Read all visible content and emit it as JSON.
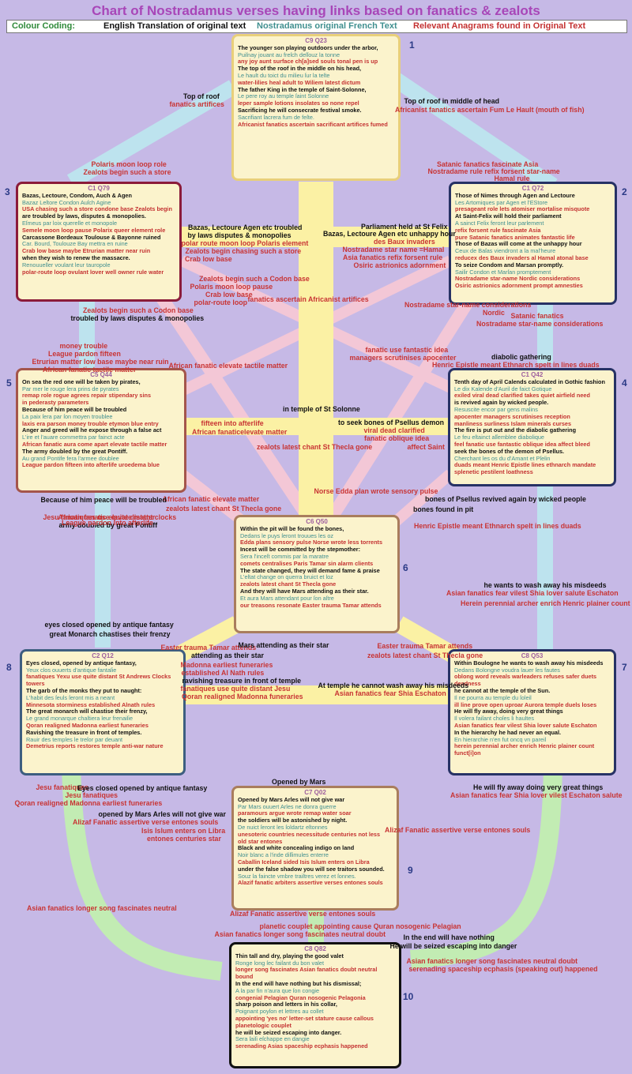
{
  "title": "Chart of Nostradamus verses having links based on fanatics & zealots",
  "legend": {
    "colour_coding": "Colour Coding:",
    "english": "English Translation of original text",
    "french": "Nostradamus original French Text",
    "anagrams": "Relevant Anagrams found in Original Text"
  },
  "colors": {
    "background": "#c6b9e6",
    "box_fill": "#fbf3cc",
    "english_text": "#111111",
    "french_text": "#3f8f8f",
    "anagram_text": "#c43232",
    "title": "#a846b8"
  },
  "numbers": [
    "1",
    "2",
    "3",
    "4",
    "5",
    "6",
    "7",
    "8",
    "9",
    "10"
  ],
  "boxes": [
    {
      "title": "C9 Q23",
      "lines": [
        [
          "e",
          "The younger son playing outdoors under the arbor,"
        ],
        [
          "f",
          "Puiſnay jouant au freſch deſſouz la tonne"
        ],
        [
          "a",
          "any joy aunt surface ch[a]sed souls tonal pen is up"
        ],
        [
          "e",
          "The top of the roof in the middle on his head,"
        ],
        [
          "f",
          "Le hault du toict du milieu ſur la teſte"
        ],
        [
          "a",
          "water-lilies heal adult to Wiliem latest dictum"
        ],
        [
          "e",
          "The father King in the temple of Saint-Solonne,"
        ],
        [
          "f",
          "Le pere roy au temple ſaint Solonne"
        ],
        [
          "a",
          "leper sample lotions insolates so none repel"
        ],
        [
          "e",
          "Sacrificing he will consecrate festival smoke."
        ],
        [
          "f",
          "Sacrifiant ſacrera fum de feſte."
        ],
        [
          "a",
          "Africanist fanatics ascertain sacrificant artifices fumed"
        ]
      ]
    },
    {
      "title": "C1 Q72",
      "lines": [
        [
          "e",
          "Those of Nimes through Agen and Lectoure"
        ],
        [
          "f",
          "Les Artomiques par Agen et l'EStore"
        ],
        [
          "a",
          "presageant  role lets  atomiser mortalise misquote"
        ],
        [
          "e",
          "At Saint-Felix will hold their parliament"
        ],
        [
          "f",
          "A sainct Felix feront leur parlement"
        ],
        [
          "a",
          "refix forsent rule fascinate Asia"
        ],
        [
          "a",
          "pure Satanic fanatics animates fantastic life"
        ],
        [
          "e",
          "Those of Bazas will come at the unhappy hour"
        ],
        [
          "f",
          "Ceux de Baſas viendront a la mal'heure"
        ],
        [
          "a",
          "reducex des Baux invaders al Hamal atonal base"
        ],
        [
          "e",
          "To seize Condom and Marsan promptly."
        ],
        [
          "f",
          "Saiſir Condon et Marſan promptement"
        ],
        [
          "a",
          "Nostradame star-name Nordic considerations"
        ],
        [
          "a",
          "Osiric astrionics adornment prompt amnesties"
        ]
      ]
    },
    {
      "title": "C1 Q79",
      "lines": [
        [
          "e",
          "Bazas, Lectoure, Condom, Auch & Agen"
        ],
        [
          "f",
          "Bazaz Leſtore Condon Auſch Agine"
        ],
        [
          "a",
          "USA chasing such a store condone base Zealots begin"
        ],
        [
          "e",
          "are troubled by laws, disputes & monopolies."
        ],
        [
          "f",
          "Eſmeus par loix querelle et monopole"
        ],
        [
          "a",
          "Semele moon loop pause Polarix queer element role"
        ],
        [
          "e",
          "Carcassone Bordeaux Toulouse & Bayonne ruined"
        ],
        [
          "f",
          "Car. Bourd, Toulouze Bay mettra en ruine"
        ],
        [
          "a",
          "Crab low base maybe Etrurian matter near ruin"
        ],
        [
          "e",
          "when they wish to renew the massacre."
        ],
        [
          "f",
          "Renouueller voulant leur tauropole"
        ],
        [
          "a",
          "polar-route loop ovulant lover well owner rule water"
        ]
      ]
    },
    {
      "title": "C5 Q44",
      "lines": [
        [
          "e",
          "On sea the red one will be taken by pirates,"
        ],
        [
          "f",
          "Par mer le rouge ſera prins de pyrates"
        ],
        [
          "a",
          "remap role rogue agrees repair stipendary sins"
        ],
        [
          "a",
          "in pederasty parameters"
        ],
        [
          "e",
          "Because of him peace will be troubled"
        ],
        [
          "f",
          "La paix ſera par ſon moyen troublee"
        ],
        [
          "a",
          "laxis era parson money trouble etymon blue entry"
        ],
        [
          "e",
          "Anger and greed will he expose through a false act"
        ],
        [
          "f",
          "L'ire et l'auare commettra par fainct acte"
        ],
        [
          "a",
          "African fanatic aura come apart elevate tactile  matter"
        ],
        [
          "e",
          "The army doubled by the great Pontiff."
        ],
        [
          "f",
          "Au grand Pontife fera l'armee doublee"
        ],
        [
          "a",
          "League pardon fifteen into afterlife uroedema blue"
        ]
      ]
    },
    {
      "title": "C1 Q42",
      "lines": [
        [
          "e",
          "Tenth day of April Calends calculated in Gothic fashion"
        ],
        [
          "f",
          "Le dix Kalende d'Auril de faict Gotique"
        ],
        [
          "a",
          "exiled viral dead clarified takes quiet airfield  need"
        ],
        [
          "e",
          "is revived again by wicked people."
        ],
        [
          "f",
          "Resuscite encor par gens malins"
        ],
        [
          "a",
          "apocenter managers scrutinises reception"
        ],
        [
          "a",
          "manliness surliness Islam minerals curses"
        ],
        [
          "e",
          "The fire is put out and the diabolic gathering"
        ],
        [
          "f",
          "Le feu eſtainct aſſemblee diabolique"
        ],
        [
          "a",
          "feel fanatic use fantastic oblique idea affect  bleed"
        ],
        [
          "e",
          "seek the bones of the demon of Psellus."
        ],
        [
          "f",
          "Cherchant les os du d'Amant et Pſelin"
        ],
        [
          "a",
          "duads meant  Henric Epistle lines ethnarch mandate"
        ],
        [
          "a",
          "splenetic pestilent loathness"
        ]
      ]
    },
    {
      "title": "C6 Q50",
      "lines": [
        [
          "e",
          "Within the pit will be found the bones,"
        ],
        [
          "f",
          "Dedans le puys ſeront trouues les oz"
        ],
        [
          "a",
          "Edda plans sensory pulse Norse wrote less torrents"
        ],
        [
          "e",
          "Incest will be committed by the stepmother:"
        ],
        [
          "f",
          "Sera l'inceſt commis par la maratre"
        ],
        [
          "a",
          "comets centralises Paris Tamar sin  alarm clients"
        ],
        [
          "e",
          "The state changed, they will demand fame & praise"
        ],
        [
          "f",
          "L'eſtat change on querra bruict et loz"
        ],
        [
          "a",
          "zealots latest chant St Thecla gone"
        ],
        [
          "e",
          "And they will have Mars attending as their star."
        ],
        [
          "f",
          "Et aura Mars attendant pour ſon aſtre"
        ],
        [
          "a",
          "our treasons resonate Easter trauma Tamar attends"
        ]
      ]
    },
    {
      "title": "C2 Q12",
      "lines": [
        [
          "e",
          "Eyes closed, opened by antique fantasy,"
        ],
        [
          "f",
          "Yeux clos ouuerts d'antique fantaſie"
        ],
        [
          "a",
          "fanatiques Yexu use quite distant  St Andrews Clocks"
        ],
        [
          "a",
          "towers"
        ],
        [
          "e",
          "The garb of the monks they put to naught:"
        ],
        [
          "f",
          "L'habit des ſeuls ſeront mis a neant"
        ],
        [
          "a",
          "Minnesota  storminess established Alnath rules"
        ],
        [
          "e",
          "The great monarch will chastise their frenzy,"
        ],
        [
          "f",
          "Le grand monarque chaſtiera leur frenaiſie"
        ],
        [
          "a",
          "Qoran  realigned Madonna earliest funeraries"
        ],
        [
          "e",
          "Ravishing the treasure in front of temples."
        ],
        [
          "f",
          "Rauir des temples le treſor par deuant"
        ],
        [
          "a",
          "Demetrius reports  restores temple anti-war nature"
        ]
      ]
    },
    {
      "title": "C8 Q53",
      "lines": [
        [
          "e",
          "Within Boulogne he wants to wash away his misdeeds"
        ],
        [
          "f",
          "Dedans Bolongne voudra lauer ſes fautes"
        ],
        [
          "a",
          "oblong word reveals warleaders refuses safer duets"
        ],
        [
          "a",
          "deadness"
        ],
        [
          "e",
          "he cannot at the temple of the Sun."
        ],
        [
          "f",
          "Il ne pourra au temple du ſoleil"
        ],
        [
          "a",
          "ill line prove open uproar Aurora temple duels loses"
        ],
        [
          "e",
          "He will fly away, doing very great things"
        ],
        [
          "f",
          "Il volera faiſant choſes ſi haultes"
        ],
        [
          "a",
          "Asian fanatics fear vilest  Shia lover salute Eschaton"
        ],
        [
          "e",
          "In the hierarchy he had never an equal."
        ],
        [
          "f",
          "En hierarchie n'en fut oncq vn pareil"
        ],
        [
          "a",
          "herein perennial  archer enrich Henric  plainer count"
        ],
        [
          "a",
          "funct[i]on"
        ]
      ]
    },
    {
      "title": "C7 Q02",
      "lines": [
        [
          "e",
          "Opened by Mars Arles will not give war"
        ],
        [
          "f",
          "Par Mars ouuert Arles ne donra guerre"
        ],
        [
          "a",
          "paramours argue wrote remap water soar"
        ],
        [
          "e",
          "the soldiers will be astonished by night."
        ],
        [
          "f",
          "De nuict ſeront les ſoldartz eſtonnes"
        ],
        [
          "a",
          "unesoteric countries necessitude centuries not less"
        ],
        [
          "a",
          "old star entones"
        ],
        [
          "e",
          "Black and white concealing indigo on land"
        ],
        [
          "f",
          "Noir blanc a l'inde diſſimules enterre"
        ],
        [
          "a",
          "Caballin Iceland sided Isis Islum enters on Libra"
        ],
        [
          "e",
          "under the false shadow you will see traitors sounded."
        ],
        [
          "f",
          "Souz la faincte vmbre traiſtres verez et ſonnes."
        ],
        [
          "a",
          "Alazif fanatic arbiters assertive verses entones souls"
        ]
      ]
    },
    {
      "title": "C8 Q82",
      "lines": [
        [
          "e",
          "Thin tall and dry, playing the good valet"
        ],
        [
          "f",
          "Ronge long ſec faiſant du bon valet"
        ],
        [
          "a",
          "longer song fascinates Asian fanatics doubt neutral"
        ],
        [
          "a",
          "bound"
        ],
        [
          "e",
          "In the end will have nothing but his dismissal;"
        ],
        [
          "f",
          "A la par fin n'aura que ſon congie"
        ],
        [
          "a",
          "congenial Pelagian Quran nosogenic  Pelagonia"
        ],
        [
          "e",
          "sharp poison and letters in his collar,"
        ],
        [
          "f",
          "Poignant poyſon et lettres au collet"
        ],
        [
          "a",
          "appointing 'yes no' letter-set stature cause callous"
        ],
        [
          "a",
          "planetologic couplet"
        ],
        [
          "e",
          "he will be seized escaping into danger."
        ],
        [
          "f",
          "Sera ſaiſi eſchappe en dangie"
        ],
        [
          "a",
          "serenading Asias spaceship ecphasis happened"
        ]
      ]
    }
  ],
  "labels": [
    [
      "k",
      "Top of roof"
    ],
    [
      "r",
      "fanatics artifices"
    ],
    [
      "k",
      "Top of roof in middle of head"
    ],
    [
      "r",
      "Africanist fanatics ascertain Fum Le Hault (mouth of fish)"
    ],
    [
      "r",
      "Polaris moon loop role"
    ],
    [
      "r",
      "Zealots begin such a store"
    ],
    [
      "r",
      "Satanic fanatics fascinate Asia"
    ],
    [
      "r",
      "Nostradame rule refix forsent star-name"
    ],
    [
      "r",
      "Hamal rule"
    ],
    [
      "k",
      "Bazas, Lectoure  Agen etc troubled"
    ],
    [
      "k",
      "by laws disputes & monopolies"
    ],
    [
      "r",
      "polar route moon  loop Polaris element"
    ],
    [
      "r",
      "Zealots begin chasing such a store"
    ],
    [
      "r",
      "Crab low base"
    ],
    [
      "k",
      "Parliament held at St Felix"
    ],
    [
      "k",
      "Bazas, Lectoure  Agen etc unhappy hour"
    ],
    [
      "r",
      "des Baux invaders"
    ],
    [
      "r",
      "Nostradame star name =Hamal"
    ],
    [
      "r",
      "Asia fanatics refix forsent rule"
    ],
    [
      "r",
      "Osiric astrionics adornment"
    ],
    [
      "r",
      "Zealots begin such a Codon base"
    ],
    [
      "r",
      "Polaris moon loop pause"
    ],
    [
      "r",
      "Crab low base"
    ],
    [
      "r",
      "polar-route loop"
    ],
    [
      "r",
      "fanatics ascertain Africanist artifices"
    ],
    [
      "r",
      "Nostradame star-name considerations"
    ],
    [
      "r",
      "Nordic"
    ],
    [
      "r",
      "Zealots begin such a Codon base"
    ],
    [
      "k",
      "troubled by laws disputes & monopolies"
    ],
    [
      "r",
      "Satanic fanatics"
    ],
    [
      "r",
      "Nostradame star-name considerations"
    ],
    [
      "r",
      "money trouble"
    ],
    [
      "r",
      "League pardon fifteen"
    ],
    [
      "r",
      "Etrurian matter low base maybe near ruin"
    ],
    [
      "r",
      "African fanatic tactile matter"
    ],
    [
      "r",
      "African fanatic elevate tactile matter"
    ],
    [
      "r",
      "fanatic use fantastic idea"
    ],
    [
      "r",
      "managers scrutinises apocenter"
    ],
    [
      "k",
      "diabolic gathering"
    ],
    [
      "r",
      "Henric Epistle meant  Ethnarch spelt in lines duads"
    ],
    [
      "k",
      "in temple of St Solonne"
    ],
    [
      "r",
      "fifteen into afterlife"
    ],
    [
      "r",
      "African fanaticelevate matter"
    ],
    [
      "k",
      "to seek bones of Psellus demon"
    ],
    [
      "r",
      "viral dead clarified"
    ],
    [
      "r",
      "fanatic oblique idea"
    ],
    [
      "r",
      "affect Saint"
    ],
    [
      "r",
      "zealots latest chant St Thecla gone"
    ],
    [
      "r",
      "Norse Edda plan wrote sensory pulse"
    ],
    [
      "r",
      "African fanatic elevate matter"
    ],
    [
      "r",
      "zealots latest chant St Thecla gone"
    ],
    [
      "k",
      "bones of Psellus revived again by wicked people"
    ],
    [
      "k",
      "bones found in pit"
    ],
    [
      "k",
      "Because of him peace will be troubled"
    ],
    [
      "r",
      "Jesu fanatiques use quite distant clocks"
    ],
    [
      "k",
      "army doubled by great Pontiff"
    ],
    [
      "r",
      "African fanatic elevate matter"
    ],
    [
      "r",
      "League pardon into afterlife"
    ],
    [
      "r",
      "Henric Epistle meant  Ethnarch spelt in lines duads"
    ],
    [
      "k",
      "he wants to wash away his misdeeds"
    ],
    [
      "r",
      "Asian fanatics fear vilest Shia lover salute Eschaton"
    ],
    [
      "r",
      "Herein perennial archer enrich Henric plainer count"
    ],
    [
      "k",
      "eyes closed opened by antique fantasy"
    ],
    [
      "k",
      "great Monarch chastises their frenzy"
    ],
    [
      "r",
      "Easter trauma Tamar attends"
    ],
    [
      "k",
      "Mars attending as their star"
    ],
    [
      "r",
      "Easter trauma Tamar attends"
    ],
    [
      "k",
      "attending as their star"
    ],
    [
      "r",
      "zealots latest chant St Thecla gone"
    ],
    [
      "r",
      "Madonna earliest funeraries"
    ],
    [
      "r",
      "established Al Nath rules"
    ],
    [
      "k",
      "ravishing treasure in front of temple"
    ],
    [
      "r",
      "fanatiques use quite distant Jesu"
    ],
    [
      "r",
      "Qoran realigned Madonna funeraries"
    ],
    [
      "k",
      "At temple he cannot wash away his misdeeds"
    ],
    [
      "r",
      "Asian fanatics fear Shia Eschaton"
    ],
    [
      "r",
      "Jesu fanatiques"
    ],
    [
      "k",
      "Eyes closed opened by antique fantasy"
    ],
    [
      "r",
      "Jesu fanatiques"
    ],
    [
      "r",
      "Qoran realigned Madonna earliest funeraries"
    ],
    [
      "k",
      "Opened by Mars"
    ],
    [
      "k",
      "He will fly away doing very great things"
    ],
    [
      "r",
      "Asian fanatics fear Shia lover vilest Eschaton salute"
    ],
    [
      "k",
      "opened by Mars Arles will not give war"
    ],
    [
      "r",
      "Alizaf Fanatic assertive verse entones souls"
    ],
    [
      "r",
      "Isis Islum enters on Libra"
    ],
    [
      "r",
      "entones centuries star"
    ],
    [
      "r",
      "Alizaf Fanatic assertive verse entones souls"
    ],
    [
      "r",
      "Asian fanatics longer song fascinates neutral"
    ],
    [
      "r",
      "Alizaf Fanatic assertive verse entones souls"
    ],
    [
      "r",
      "planetic couplet appointing cause    Quran nosogenic Pelagian"
    ],
    [
      "r",
      "Asian fanatics longer song fascinates neutral doubt"
    ],
    [
      "k",
      "In the end will have nothing"
    ],
    [
      "k",
      "He will be seized escaping into danger"
    ],
    [
      "r",
      "Asian fanatics longer song fascinates neutral doubt"
    ],
    [
      "r",
      "serenading spaceship ecphasis (speaking out) happened"
    ]
  ]
}
